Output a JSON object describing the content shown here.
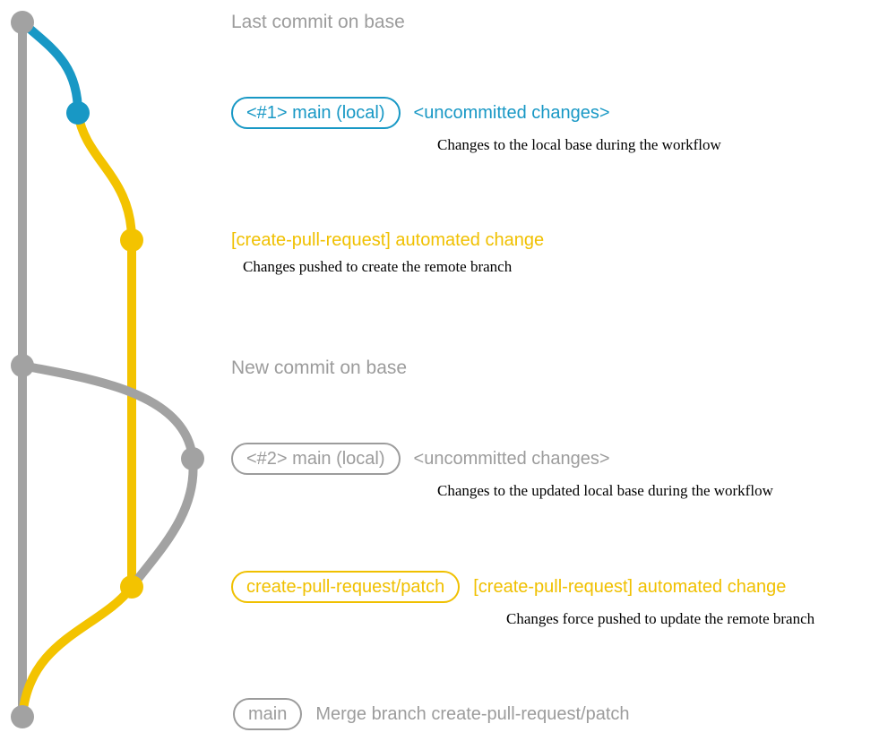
{
  "colors": {
    "line_gray": "#a2a2a2",
    "line_blue": "#1898c5",
    "line_yellow": "#f3c300",
    "text_gray": "#9c9c9c",
    "text_blue": "#1898c5",
    "text_yellow": "#f0c000",
    "caption_black": "#000000"
  },
  "labels": {
    "last_commit": "Last commit on base",
    "new_commit": "New commit on base"
  },
  "rows": {
    "row1": {
      "badge": "<#1> main (local)",
      "note": "<uncommitted changes>",
      "caption": "Changes to the local base during the workflow"
    },
    "row2": {
      "note": "[create-pull-request] automated change",
      "caption": "Changes pushed to create the remote branch"
    },
    "row3": {
      "badge": "<#2> main (local)",
      "note": "<uncommitted changes>",
      "caption": "Changes to the updated local base during the workflow"
    },
    "row4": {
      "badge": "create-pull-request/patch",
      "note": "[create-pull-request] automated change",
      "caption": "Changes force pushed to update the remote branch"
    },
    "row5": {
      "badge": "main",
      "note": "Merge branch create-pull-request/patch"
    }
  }
}
